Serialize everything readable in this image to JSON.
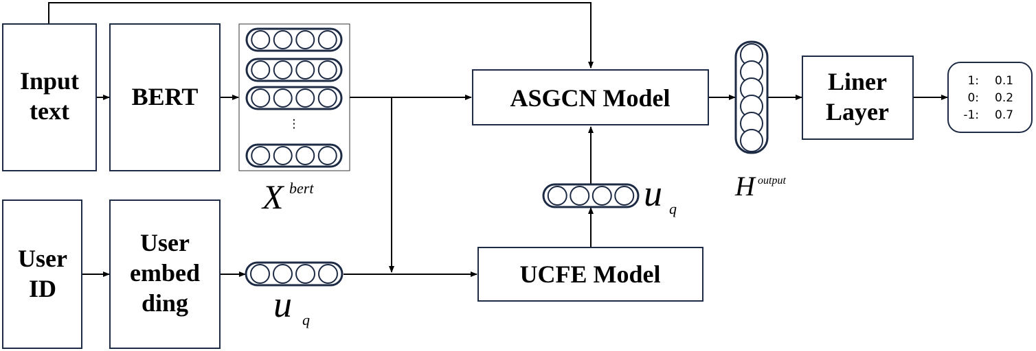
{
  "colors": {
    "stroke": "#1c2a44",
    "line": "#000000",
    "background": "#ffffff"
  },
  "nodes": {
    "input_text": [
      "Input",
      "text"
    ],
    "bert": "BERT",
    "asgcn": "ASGCN Model",
    "liner_layer": [
      "Liner",
      "Layer"
    ],
    "user_id": [
      "User",
      "ID"
    ],
    "user_embedding": [
      "User",
      "embed",
      "ding"
    ],
    "ucfe": "UCFE Model"
  },
  "output_scores": [
    {
      "label": "1:",
      "value": "0.1"
    },
    {
      "label": "0:",
      "value": "0.2"
    },
    {
      "label": "-1:",
      "value": "0.7"
    }
  ],
  "symbols": {
    "x_bert": {
      "base": "X",
      "sup": "bert"
    },
    "u_q": {
      "base": "u",
      "sub": "q"
    },
    "h_output": {
      "base": "H",
      "sup": "output"
    },
    "ellipsis": "⋮"
  }
}
